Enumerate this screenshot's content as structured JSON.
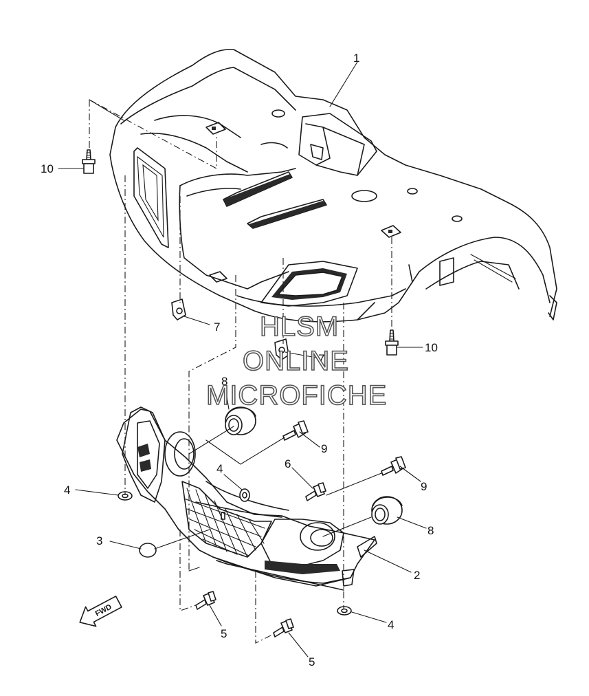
{
  "callouts": [
    {
      "id": "c1",
      "text": "1"
    },
    {
      "id": "c10a",
      "text": "10"
    },
    {
      "id": "c7a",
      "text": "7"
    },
    {
      "id": "c10b",
      "text": "10"
    },
    {
      "id": "c7b",
      "text": "7"
    },
    {
      "id": "c8a",
      "text": "8"
    },
    {
      "id": "c9a",
      "text": "9"
    },
    {
      "id": "c4a",
      "text": "4"
    },
    {
      "id": "c6",
      "text": "6"
    },
    {
      "id": "c9b",
      "text": "9"
    },
    {
      "id": "c4b",
      "text": "4"
    },
    {
      "id": "c8b",
      "text": "8"
    },
    {
      "id": "c3",
      "text": "3"
    },
    {
      "id": "c2",
      "text": "2"
    },
    {
      "id": "c5a",
      "text": "5"
    },
    {
      "id": "c4c",
      "text": "4"
    },
    {
      "id": "c5b",
      "text": "5"
    }
  ],
  "watermark": [
    "HLSM",
    "ONLINE",
    "MICROFICHE"
  ],
  "direction_badge": {
    "text": "FWD",
    "icon": "fwd-arrow-icon"
  }
}
